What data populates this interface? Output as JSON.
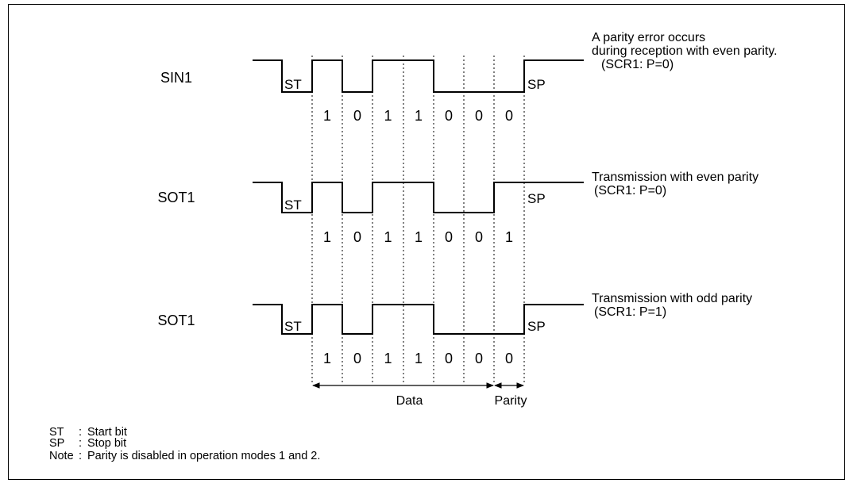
{
  "rows": [
    {
      "signal": "SIN1",
      "start_label": "ST",
      "stop_label": "SP",
      "bits": [
        "1",
        "0",
        "1",
        "1",
        "0",
        "0",
        "0"
      ],
      "note_lines": [
        "A parity error occurs",
        "during reception with even parity.",
        "(SCR1: P=0)"
      ]
    },
    {
      "signal": "SOT1",
      "start_label": "ST",
      "stop_label": "SP",
      "bits": [
        "1",
        "0",
        "1",
        "1",
        "0",
        "0",
        "1"
      ],
      "note_lines": [
        "Transmission with even parity",
        "(SCR1: P=0)"
      ]
    },
    {
      "signal": "SOT1",
      "start_label": "ST",
      "stop_label": "SP",
      "bits": [
        "1",
        "0",
        "1",
        "1",
        "0",
        "0",
        "0"
      ],
      "note_lines": [
        "Transmission with odd parity",
        "(SCR1: P=1)"
      ]
    }
  ],
  "ranges": {
    "data_label": "Data",
    "parity_label": "Parity"
  },
  "legend": [
    {
      "key": "ST",
      "sep": ":",
      "text": "Start bit"
    },
    {
      "key": "SP",
      "sep": ":",
      "text": "Stop bit"
    },
    {
      "key": "Note",
      "sep": ":",
      "text": "Parity is disabled in operation modes 1 and 2."
    }
  ]
}
